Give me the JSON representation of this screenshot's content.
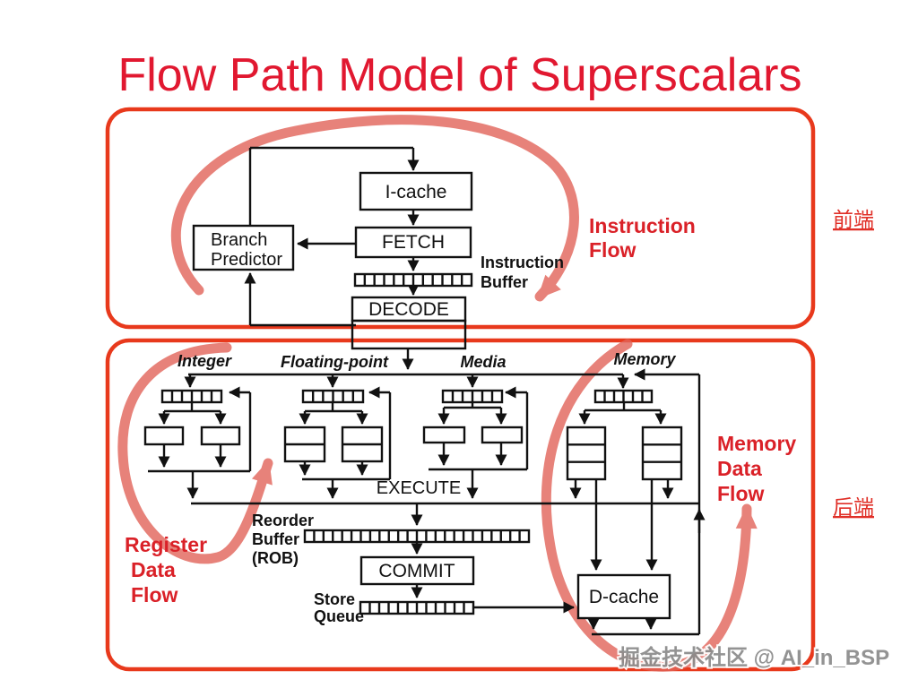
{
  "title": "Flow Path Model of Superscalars",
  "side_labels": {
    "front_end": "前端",
    "back_end": "后端"
  },
  "watermark": "掘金技术社区 @ AI_in_BSP",
  "top_panel": {
    "icache": "I-cache",
    "fetch": "FETCH",
    "branch_predictor": [
      "Branch",
      "Predictor"
    ],
    "decode": "DECODE",
    "instruction_buffer": [
      "Instruction",
      "Buffer"
    ],
    "instruction_flow": [
      "Instruction",
      "Flow"
    ]
  },
  "bottom_panel": {
    "clusters": [
      "Integer",
      "Floating-point",
      "Media",
      "Memory"
    ],
    "execute": "EXECUTE",
    "reorder_buffer": [
      "Reorder",
      "Buffer",
      "(ROB)"
    ],
    "commit": "COMMIT",
    "store_queue": [
      "Store",
      "Queue"
    ],
    "dcache": "D-cache",
    "register_data_flow": [
      "Register",
      "Data",
      "Flow"
    ],
    "memory_data_flow": [
      "Memory",
      "Data",
      "Flow"
    ]
  },
  "colors": {
    "title_red": "#e11830",
    "panel_border_red": "#e8391c",
    "flow_label_red": "#da2128",
    "chinese_red": "#e03028",
    "sketch_arrow_pink": "#e26459",
    "watermark_gray": "#8b8b8b",
    "wire_black": "#111111"
  }
}
